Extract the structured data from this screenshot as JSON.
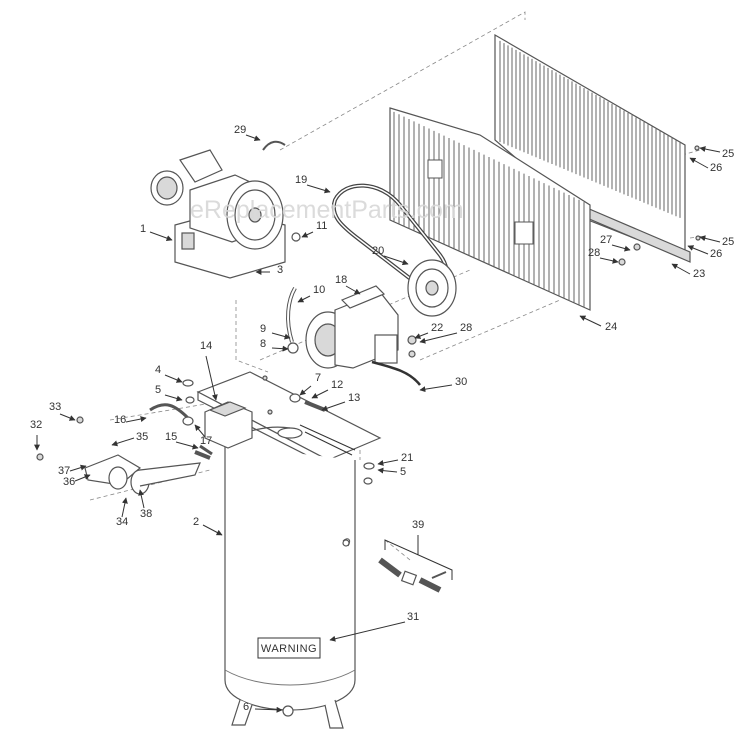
{
  "watermark": "eReplacementParts.com",
  "warning_label": "WARNING",
  "callouts": [
    "1",
    "2",
    "3",
    "4",
    "5",
    "5",
    "6",
    "7",
    "8",
    "9",
    "10",
    "11",
    "12",
    "13",
    "14",
    "15",
    "16",
    "17",
    "18",
    "19",
    "20",
    "21",
    "22",
    "23",
    "24",
    "25",
    "25",
    "26",
    "26",
    "27",
    "28",
    "28",
    "29",
    "30",
    "31",
    "32",
    "33",
    "34",
    "35",
    "36",
    "37",
    "38",
    "39"
  ],
  "colors": {
    "leader": "#333333",
    "outline": "#555555",
    "watermark": "#d8d8d8"
  }
}
